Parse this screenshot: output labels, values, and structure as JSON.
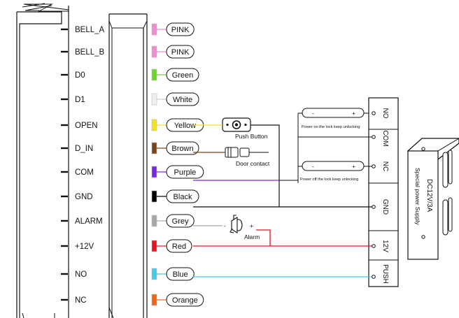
{
  "terminals": [
    {
      "id": "bell_a",
      "label": "BELL_A",
      "wire": "PINK",
      "color": "#f08ad2"
    },
    {
      "id": "bell_b",
      "label": "BELL_B",
      "wire": "PINK",
      "color": "#f08ad2"
    },
    {
      "id": "d0",
      "label": "D0",
      "wire": "Green",
      "color": "#6cd52a"
    },
    {
      "id": "d1",
      "label": "D1",
      "wire": "White",
      "color": "#f0f0f0"
    },
    {
      "id": "open",
      "label": "OPEN",
      "wire": "Yellow",
      "color": "#f4e21a"
    },
    {
      "id": "d_in",
      "label": "D_IN",
      "wire": "Brown",
      "color": "#7a4418"
    },
    {
      "id": "com",
      "label": "COM",
      "wire": "Purple",
      "color": "#7a28e0"
    },
    {
      "id": "gnd",
      "label": "GND",
      "wire": "Black",
      "color": "#000000"
    },
    {
      "id": "alarm",
      "label": "ALARM",
      "wire": "Grey",
      "color": "#a8a8a8"
    },
    {
      "id": "v12",
      "label": "+12V",
      "wire": "Red",
      "color": "#e8141c"
    },
    {
      "id": "no",
      "label": "NO",
      "wire": "Blue",
      "color": "#48c8ec"
    },
    {
      "id": "nc",
      "label": "NC",
      "wire": "Orange",
      "color": "#f06418"
    }
  ],
  "components": {
    "push_button": "Push Button",
    "door_contact": "Door contact",
    "alarm": "Alarm",
    "alarm_minus": "-",
    "alarm_plus": "+"
  },
  "locks": [
    {
      "id": "lock_on",
      "caption": "Power on the lock keep unlocking",
      "minus": "-",
      "plus": "+"
    },
    {
      "id": "lock_off",
      "caption": "Power off the lock keep unlocking",
      "minus": "-",
      "plus": "+"
    }
  ],
  "rail_labels": [
    "NO",
    "COM",
    "NC",
    "GND",
    "12V",
    "PUSH"
  ],
  "power_supply": {
    "line1": "DC12V/3A",
    "line2": "Special power Supply"
  }
}
